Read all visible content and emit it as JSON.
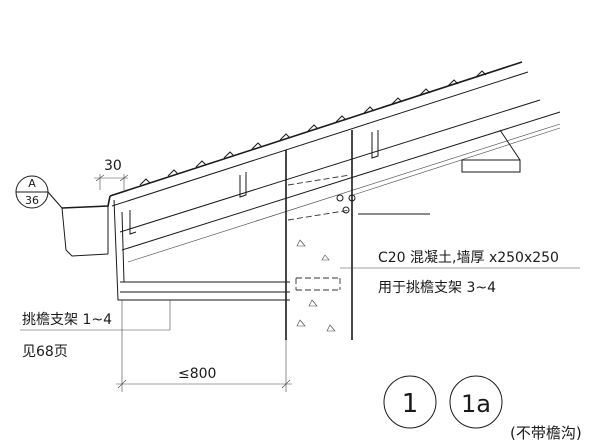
{
  "callout": {
    "top": "A",
    "bottom": "36"
  },
  "dimensions": {
    "gap": "30",
    "overhang": "≤800"
  },
  "notes": {
    "concrete_line1": "C20 混凝土,墙厚 x250x250",
    "concrete_line2": "用于挑檐支架 3~4",
    "bracket_line1": "挑檐支架 1~4",
    "bracket_line2": "见68页"
  },
  "detail_marks": {
    "first": "1",
    "second": "1a"
  },
  "footer_note": "(不带檐沟)"
}
